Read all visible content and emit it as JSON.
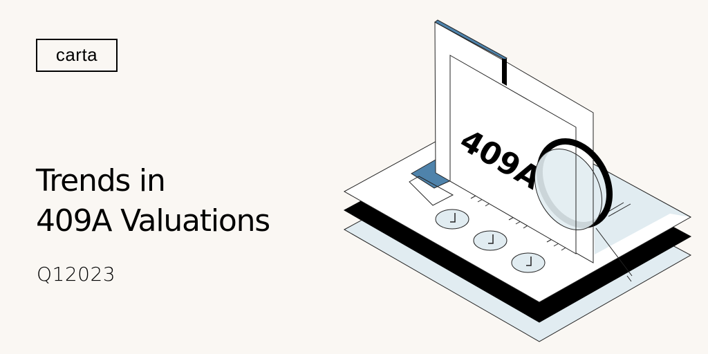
{
  "brand": {
    "logo_text": "carta"
  },
  "hero": {
    "title_line_1": "Trends in",
    "title_line_2": "409A Valuations",
    "subtitle": "Q12023"
  },
  "illustration": {
    "label": "409A",
    "colors": {
      "background": "#faf7f3",
      "accent_blue": "#4f83ab",
      "light_blue": "#e1ecf1",
      "paper_white": "#ffffff",
      "ink": "#000000"
    }
  }
}
